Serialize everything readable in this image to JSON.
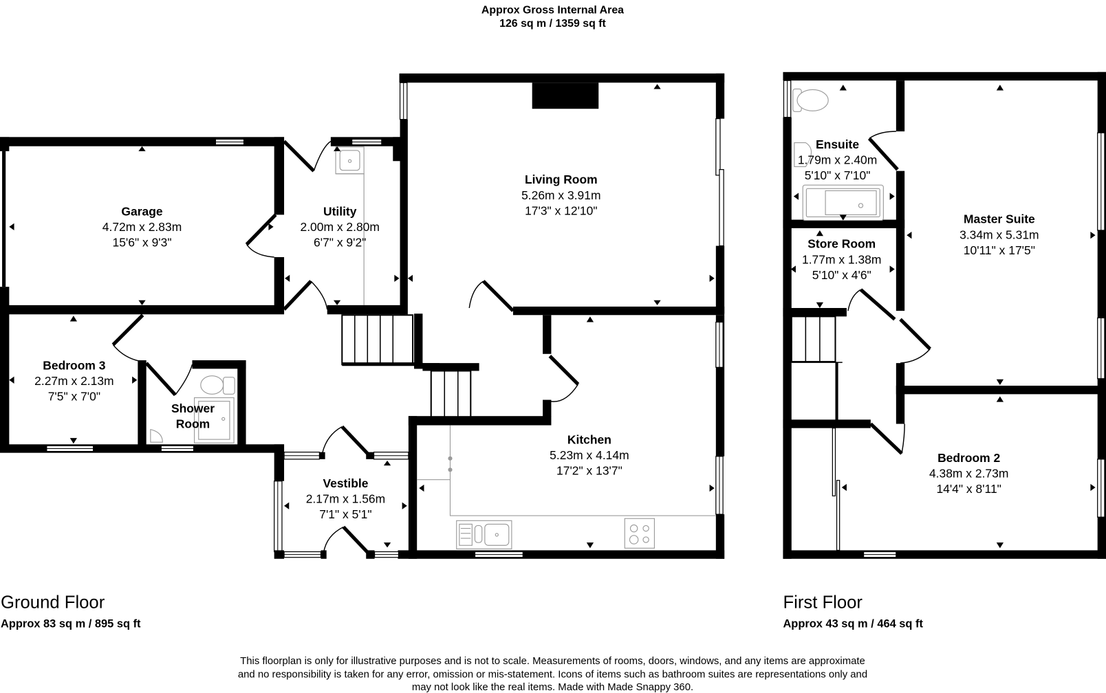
{
  "header": {
    "title": "Approx Gross Internal Area",
    "total_area": "126 sq m / 1359 sq ft"
  },
  "floors": {
    "ground": {
      "name": "Ground Floor",
      "area": "Approx 83 sq m / 895 sq ft",
      "rooms": {
        "garage": {
          "name": "Garage",
          "metric": "4.72m x 2.83m",
          "imperial": "15'6\" x 9'3\""
        },
        "utility": {
          "name": "Utility",
          "metric": "2.00m x 2.80m",
          "imperial": "6'7\" x 9'2\""
        },
        "living_room": {
          "name": "Living Room",
          "metric": "5.26m x 3.91m",
          "imperial": "17'3\" x 12'10\""
        },
        "bedroom3": {
          "name": "Bedroom 3",
          "metric": "2.27m x 2.13m",
          "imperial": "7'5\" x 7'0\""
        },
        "shower_room": {
          "name_line1": "Shower",
          "name_line2": "Room"
        },
        "vestible": {
          "name": "Vestible",
          "metric": "2.17m x 1.56m",
          "imperial": "7'1\" x 5'1\""
        },
        "kitchen": {
          "name": "Kitchen",
          "metric": "5.23m x 4.14m",
          "imperial": "17'2\" x 13'7\""
        }
      }
    },
    "first": {
      "name": "First Floor",
      "area": "Approx 43 sq m / 464 sq ft",
      "rooms": {
        "ensuite": {
          "name": "Ensuite",
          "metric": "1.79m x 2.40m",
          "imperial": "5'10\" x 7'10\""
        },
        "store_room": {
          "name": "Store Room",
          "metric": "1.77m x 1.38m",
          "imperial": "5'10\" x 4'6\""
        },
        "master_suite": {
          "name": "Master Suite",
          "metric": "3.34m x 5.31m",
          "imperial": "10'11\" x 17'5\""
        },
        "bedroom2": {
          "name": "Bedroom 2",
          "metric": "4.38m x 2.73m",
          "imperial": "14'4\" x 8'11\""
        }
      }
    }
  },
  "disclaimer": {
    "line1": "This floorplan is only for illustrative purposes and is not to scale. Measurements of rooms, doors, windows, and any items are approximate",
    "line2": "and no responsibility is taken for any error, omission or mis-statement. Icons of items such as bathroom suites are representations only and",
    "line3": "may not look like the real items. Made with Made Snappy 360."
  },
  "colors": {
    "wall": "#000000",
    "background": "#ffffff",
    "fixture": "#9a9a9a"
  }
}
